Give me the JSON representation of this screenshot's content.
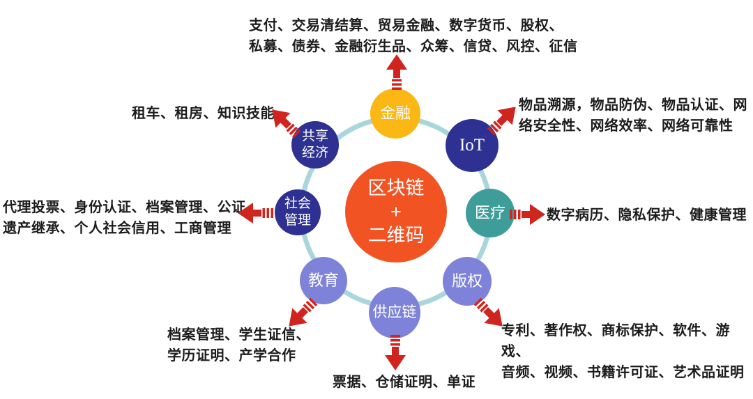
{
  "center": {
    "label": "区块链\n+\n二维码",
    "color": "#F15323"
  },
  "ring_color": "#A9D6DB",
  "arrow_color": "#D0241F",
  "nodes": [
    {
      "id": "finance",
      "label": "金融",
      "color": "#FBB713",
      "desc": "支付、交易清结算、贸易金融、数字货币、股权、\n私募、债券、金融衍生品、众筹、信贷、风控、征信"
    },
    {
      "id": "iot",
      "label": "IoT",
      "color": "#2E3192",
      "desc": "物品溯源，物品防伪、物品认证、网\n络安全性、网络效率、网络可靠性"
    },
    {
      "id": "medical",
      "label": "医疗",
      "color": "#3F9D99",
      "desc": "数字病历、隐私保护、健康管理"
    },
    {
      "id": "copyright",
      "label": "版权",
      "color": "#7E82D8",
      "desc": "专利、著作权、商标保护、软件、游戏、\n音频、视频、书籍许可证、艺术品证明"
    },
    {
      "id": "supply-chain",
      "label": "供应链",
      "color": "#7E82D8",
      "desc": "票据、仓储证明、单证"
    },
    {
      "id": "education",
      "label": "教育",
      "color": "#7E82D8",
      "desc": "档案管理、学生证信、\n学历证明、产学合作"
    },
    {
      "id": "social-management",
      "label": "社会\n管理",
      "color": "#2E3192",
      "desc": "代理投票、身份认证、档案管理、公证、\n遗产继承、个人社会信用、工商管理"
    },
    {
      "id": "sharing-economy",
      "label": "共享\n经济",
      "color": "#2E3192",
      "desc": "租车、租房、知识技能"
    }
  ]
}
